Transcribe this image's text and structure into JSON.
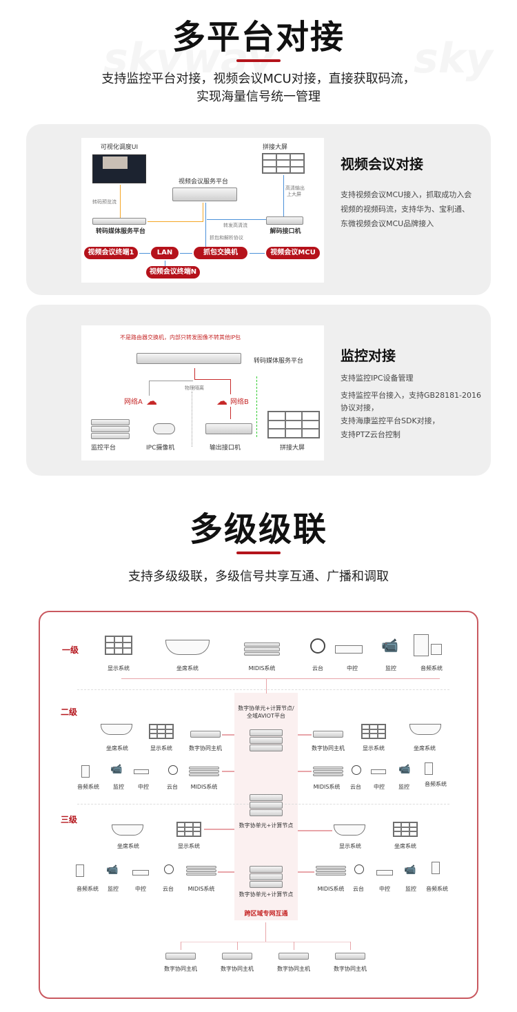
{
  "section1": {
    "title": "多平台对接",
    "subtitle_line1": "支持监控平台对接，视频会议MCU对接，直接获取码流，",
    "subtitle_line2": "实现海量信号统一管理"
  },
  "card_video": {
    "title": "视频会议对接",
    "desc_lines": [
      "支持视频会议MCU接入，抓取成功入会",
      "视频的视频码流，支持华为、宝利通、",
      "东微视频会议MCU品牌接入"
    ],
    "diagram": {
      "ui_label": "可视化调度UI",
      "screen_label": "拼接大屏",
      "platform_label": "视频会议服务平台",
      "transcode_label": "转码媒体服务平台",
      "decoder_label": "解码接口机",
      "preview_stream": "转码预览流",
      "forward_stream": "转发高清流",
      "hd_output_1": "高清输出",
      "hd_output_2": "上大屏",
      "capture_protocol": "抓包和解析协议",
      "pills": {
        "terminal1": "视频会议终端1",
        "lan": "LAN",
        "switch": "抓包交换机",
        "mcu": "视频会议MCU",
        "terminalN": "视频会议终端N"
      }
    }
  },
  "card_monitor": {
    "title": "监控对接",
    "desc_lines": [
      "支持监控IPC设备管理",
      "支持监控平台接入，支持GB28181-2016",
      "协议对接，",
      "支持海康监控平台SDK对接，",
      "支持PTZ云台控制"
    ],
    "diagram": {
      "note": "不是路由器交换机，内部只转发图像不转其他IP包",
      "transcode_label": "转码媒体服务平台",
      "isolation": "物理隔离",
      "network_a": "网络A",
      "network_b": "网络B",
      "platform_label": "监控平台",
      "ipc_label": "IPC摄像机",
      "output_label": "输出接口机",
      "screen_label": "拼接大屏"
    }
  },
  "section2": {
    "title": "多级级联",
    "subtitle": "支持多级级联，多级信号共享互通、广播和调取"
  },
  "cascade": {
    "levels": [
      "一级",
      "二级",
      "三级"
    ],
    "level1_devices": [
      "显示系统",
      "坐席系统",
      "MIDIS系统",
      "云台",
      "中控",
      "监控",
      "音频系统"
    ],
    "level2": {
      "center_label_1": "数字协单元+计算节点/",
      "center_label_2": "全域AVIOT平台",
      "left_top": [
        "坐席系统",
        "显示系统",
        "数字协同主机"
      ],
      "right_top": [
        "数字协同主机",
        "显示系统",
        "坐席系统"
      ],
      "left_bottom": [
        "音频系统",
        "监控",
        "中控",
        "云台",
        "MIDIS系统"
      ],
      "right_bottom": [
        "MIDIS系统",
        "云台",
        "中控",
        "监控",
        "音频系统"
      ]
    },
    "level3": {
      "center_label_top": "数字协单元+计算节点",
      "center_label_bottom": "数字协单元+计算节点",
      "left_top": [
        "坐席系统",
        "显示系统"
      ],
      "right_top": [
        "显示系统",
        "坐席系统"
      ],
      "left_bottom": [
        "音频系统",
        "监控",
        "中控",
        "云台",
        "MIDIS系统"
      ],
      "right_bottom": [
        "MIDIS系统",
        "云台",
        "中控",
        "监控",
        "音频系统"
      ]
    },
    "cross_region": "跨区域专网互通",
    "bottom_hosts": [
      "数字协同主机",
      "数字协同主机",
      "数字协同主机",
      "数字协同主机"
    ]
  },
  "colors": {
    "accent_red": "#b4141b",
    "card_bg": "#efefef",
    "frame_border": "#c9585f",
    "orange_line": "#f5a623",
    "blue_line": "#4a90d9"
  }
}
